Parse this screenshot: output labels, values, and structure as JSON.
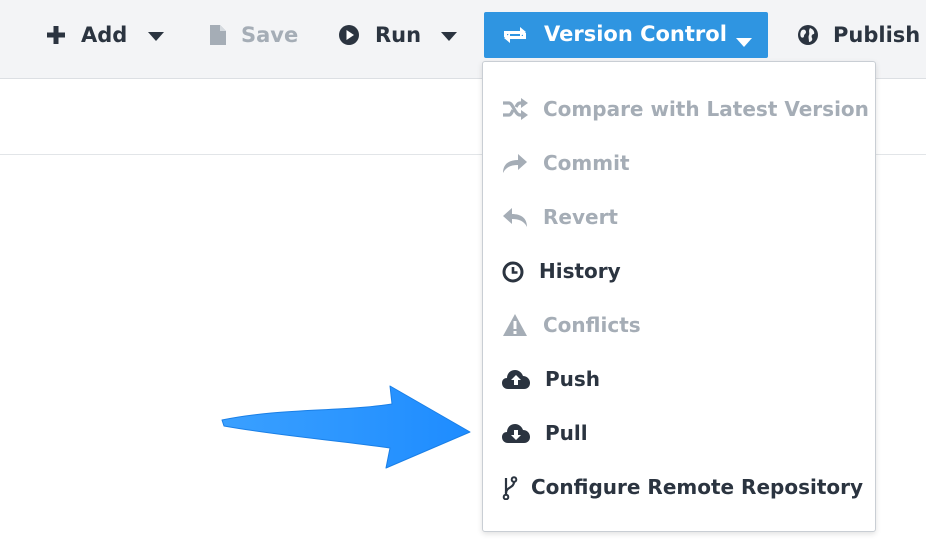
{
  "toolbar": {
    "add_label": "Add",
    "save_label": "Save",
    "run_label": "Run",
    "version_control_label": "Version Control",
    "publish_label": "Publish"
  },
  "colors": {
    "accent": "#2f95e1",
    "text": "#2b3440",
    "disabled": "#a5adb6",
    "arrow": "#1e90ff"
  },
  "version_menu": {
    "items": [
      {
        "label": "Compare with Latest Version",
        "icon": "shuffle-icon",
        "enabled": false
      },
      {
        "label": "Commit",
        "icon": "share-forward-icon",
        "enabled": false
      },
      {
        "label": "Revert",
        "icon": "reply-back-icon",
        "enabled": false
      },
      {
        "label": "History",
        "icon": "clock-icon",
        "enabled": true
      },
      {
        "label": "Conflicts",
        "icon": "warning-icon",
        "enabled": false
      },
      {
        "label": "Push",
        "icon": "cloud-upload-icon",
        "enabled": true
      },
      {
        "label": "Pull",
        "icon": "cloud-download-icon",
        "enabled": true
      },
      {
        "label": "Configure Remote Repository",
        "icon": "code-fork-icon",
        "enabled": true
      }
    ]
  }
}
